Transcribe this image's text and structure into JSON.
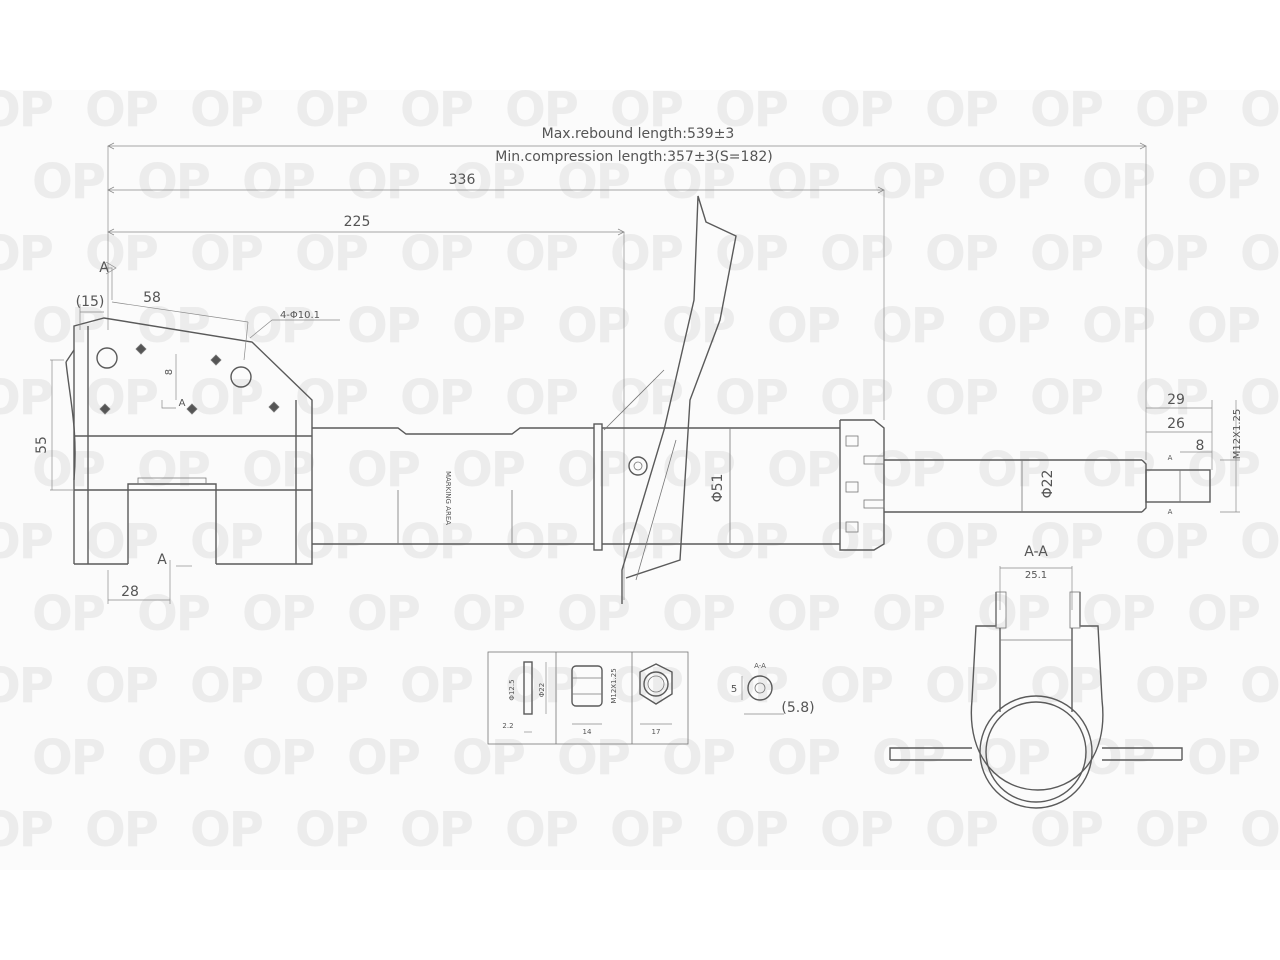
{
  "watermark": {
    "text": "OP"
  },
  "dimensions": {
    "max_rebound": "Max.rebound length:539±3",
    "min_compression": "Min.compression length:357±3(S=182)",
    "d336": "336",
    "d225": "225",
    "d15": "(15)",
    "d58": "58",
    "holes": "4-Φ10.1",
    "d8": "8",
    "d55": "55",
    "d28": "28",
    "section_a": "A",
    "d51": "Φ51",
    "d22": "Φ22",
    "d29": "29",
    "d26": "26",
    "d8_thread": "8",
    "thread": "M12X1.25",
    "section_a1": "A",
    "section_a1_lower": "A",
    "section_title": "A-A",
    "d25_1": "25.1",
    "marking": "MARKING AREA"
  },
  "details": {
    "washer_inner": "Φ12.5",
    "washer_outer": "Φ22",
    "washer_thickness": "2.2",
    "nut_thread": "M12X1.25",
    "nut_height": "14",
    "nut_width": "17",
    "small_section": "A-A",
    "small_5": "5",
    "small_58": "(5.8)"
  }
}
